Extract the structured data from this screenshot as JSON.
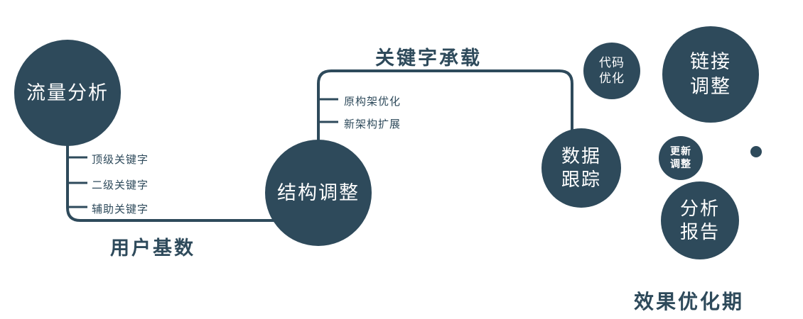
{
  "diagram": {
    "accent_color": "#2e4a5b",
    "nodes": {
      "traffic": {
        "label": "流量分析"
      },
      "structure": {
        "label": "结构调整"
      },
      "tracking": {
        "line1": "数据",
        "line2": "跟踪"
      },
      "code": {
        "line1": "代码",
        "line2": "优化"
      },
      "link": {
        "line1": "链接",
        "line2": "调整"
      },
      "update": {
        "line1": "更新",
        "line2": "调整"
      },
      "report": {
        "line1": "分析",
        "line2": "报告"
      }
    },
    "branches": {
      "left": [
        "顶级关键字",
        "二级关键字",
        "辅助关键字"
      ],
      "mid": [
        "原构架优化",
        "新架构扩展"
      ]
    },
    "edge_labels": {
      "top": "关键字承载",
      "bottom": "用户基数"
    },
    "footer": "效果优化期"
  }
}
